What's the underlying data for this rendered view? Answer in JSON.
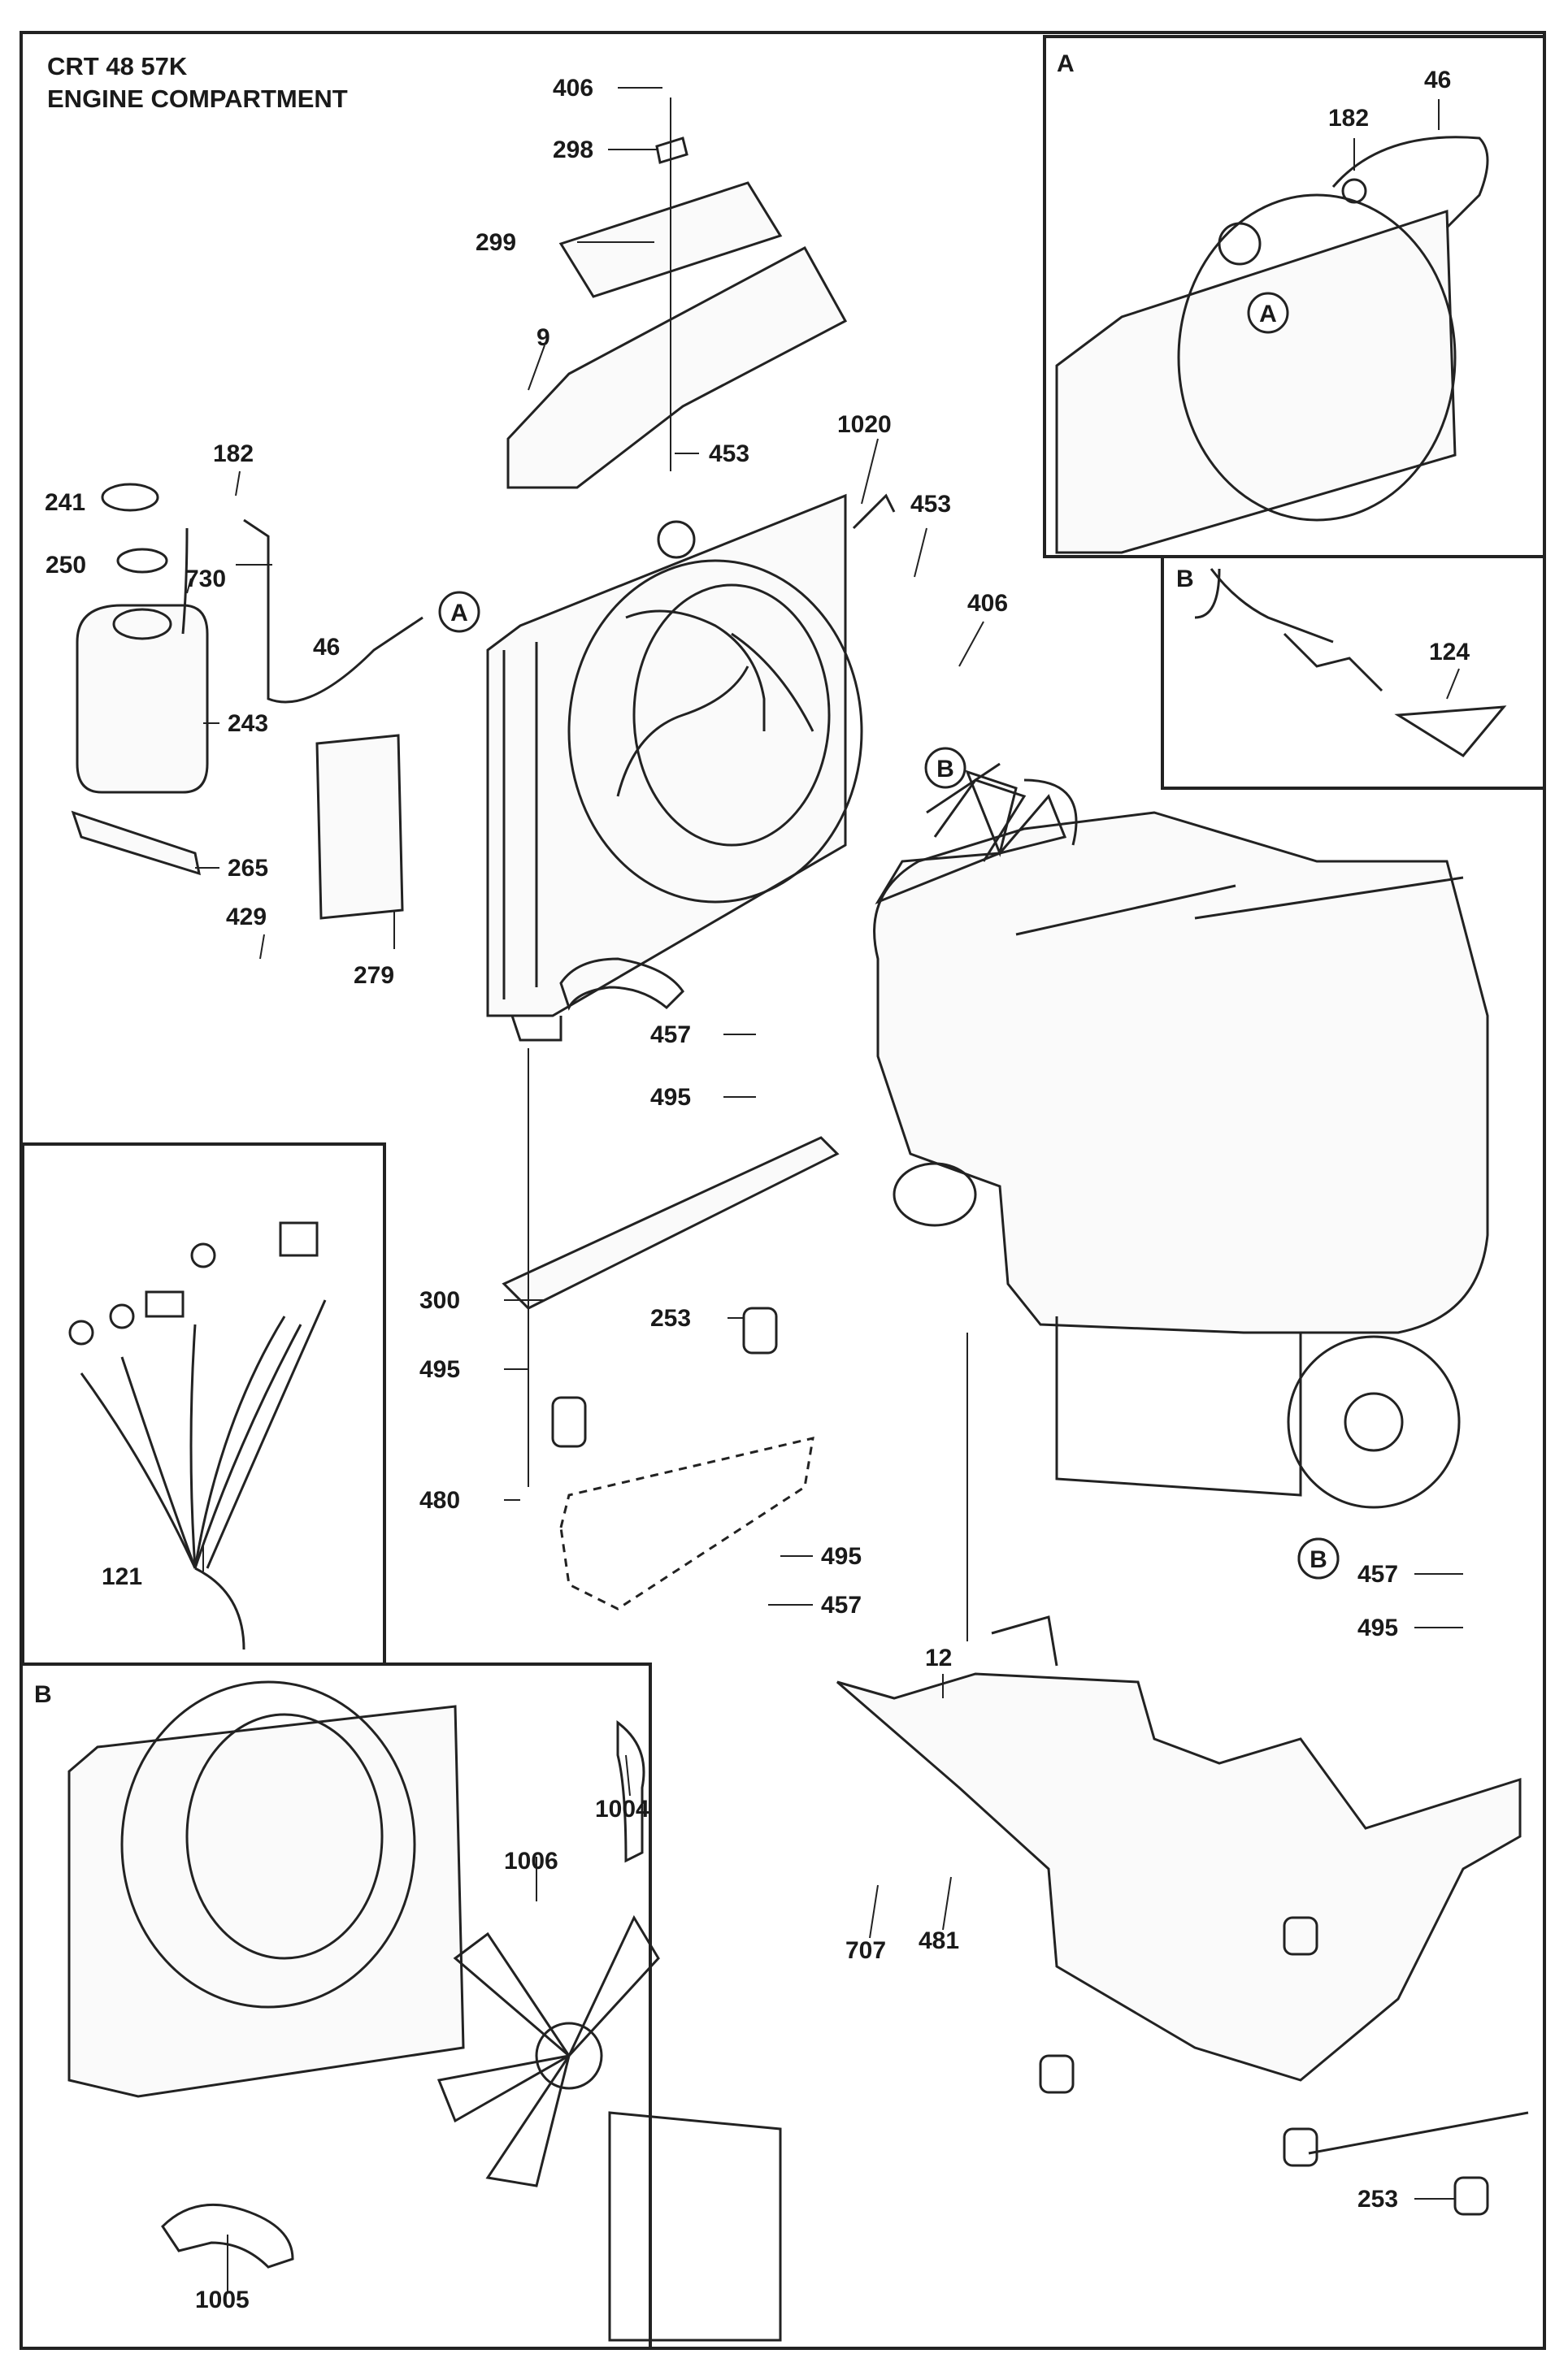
{
  "title": {
    "line1": "CRT 48 57K",
    "line2": "ENGINE COMPARTMENT"
  },
  "insets": {
    "a_label": "A",
    "b_label": "B",
    "b_lower_label": "B"
  },
  "callout_markers": [
    "A",
    "B",
    "A",
    "B",
    "B"
  ],
  "part_numbers": [
    "406",
    "298",
    "299",
    "9",
    "453",
    "1020",
    "453",
    "406",
    "182",
    "241",
    "250",
    "730",
    "46",
    "243",
    "265",
    "429",
    "279",
    "457",
    "495",
    "300",
    "253",
    "495",
    "480",
    "495",
    "457",
    "121",
    "12",
    "457",
    "495",
    "707",
    "481",
    "253",
    "1004",
    "1006",
    "1005",
    "182",
    "46",
    "124"
  ]
}
